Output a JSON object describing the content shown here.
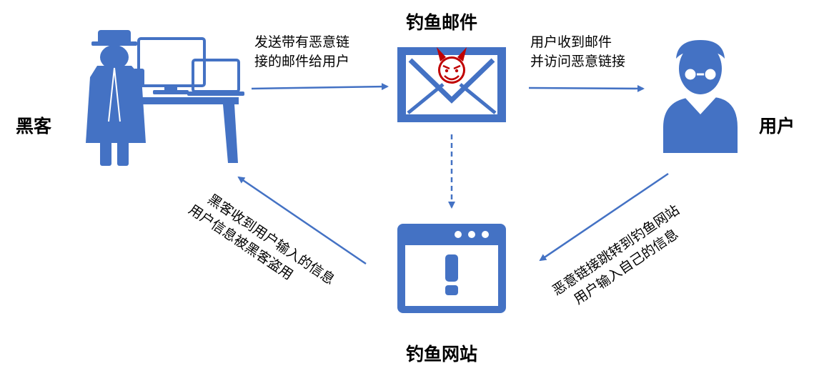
{
  "title_top": "钓鱼邮件",
  "title_bottom": "钓鱼网站",
  "label_hacker": "黑客",
  "label_user": "用户",
  "arrow_hacker_to_mail": {
    "line1": "发送带有恶意链",
    "line2": "接的邮件给用户"
  },
  "arrow_mail_to_user": {
    "line1": "用户收到邮件",
    "line2": "并访问恶意链接"
  },
  "arrow_user_to_site": {
    "line1": "恶意链接跳转到钓鱼网站",
    "line2": "用户输入自己的信息"
  },
  "arrow_site_to_hacker": {
    "line1": "黑客收到用户输入的信息",
    "line2": "用户信息被黑客盗用"
  },
  "colors": {
    "blue": "#4472C4",
    "red": "#C00000",
    "white": "#FFFFFF"
  },
  "icons": [
    "hacker-icon",
    "mail-devil-icon",
    "user-glasses-icon",
    "browser-warning-icon"
  ]
}
